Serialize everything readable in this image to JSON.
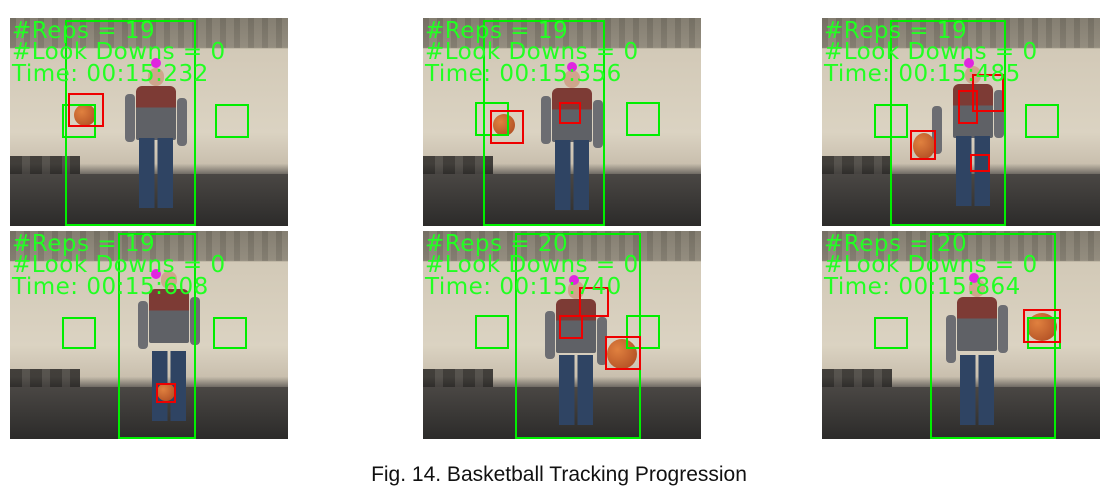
{
  "frames": [
    {
      "reps": "#Reps = 19",
      "look_downs": "#Look Downs = 0",
      "time": "Time: 00:15:232"
    },
    {
      "reps": "#Reps = 19",
      "look_downs": "#Look Downs = 0",
      "time": "Time: 00:15:356"
    },
    {
      "reps": "#Reps = 19",
      "look_downs": "#Look Downs = 0",
      "time": "Time: 00:15:485"
    },
    {
      "reps": "#Reps = 19",
      "look_downs": "#Look Downs = 0",
      "time": "Time: 00:15:608"
    },
    {
      "reps": "#Reps = 20",
      "look_downs": "#Look Downs = 0",
      "time": "Time: 00:15:740"
    },
    {
      "reps": "#Reps = 20",
      "look_downs": "#Look Downs = 0",
      "time": "Time: 00:15:864"
    }
  ],
  "caption": "Fig. 14. Basketball Tracking Progression",
  "colors": {
    "tracking_green": "#00ee00",
    "ball_red": "#ee0000",
    "overlay_text": "#22ff22"
  }
}
